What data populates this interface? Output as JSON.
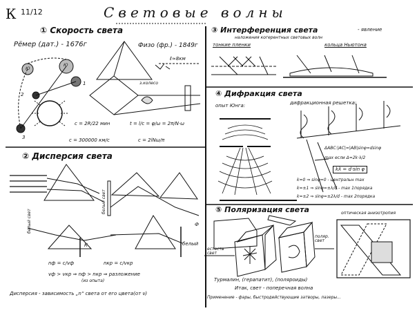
{
  "card": {
    "label": "К",
    "number": "11/12"
  },
  "title": "Световые волны",
  "sections": {
    "speed": {
      "heading": "① Скорость света",
      "roemer": "Рёмер (дат.) - 1676г",
      "fizeau": "Физо (фр.) - 1849г",
      "distance": "ℓ≈8км",
      "moons": [
        "Ю",
        "Ю"
      ],
      "numbers": [
        "1",
        "2",
        "3"
      ],
      "c_roemer": "c = 2R/22 мин",
      "c_value": "c = 300000 км/с",
      "fizeau_formula": "t = l/c = φ/ω = 2π/N·ω",
      "fizeau_c": "c = 2lNω/π",
      "gear_label": "з.колесо"
    },
    "dispersion": {
      "heading": "② Дисперсия света",
      "white_light": "белый свет",
      "bar_label": "белый свет",
      "white_right": "белый",
      "k": "К",
      "f": "Ф",
      "formula1": "nф = c/vф",
      "formula2": "nкр = c/vкр",
      "ineq": "vф > vкр ⇒ nф > nкр ⇒ разложение",
      "ineq_note": "(из опыта)",
      "definition": "Дисперсия - зависимость „n“ света от его цвета(от ν)"
    },
    "interference": {
      "heading": "③ Интерференция света",
      "desc1": "- явление",
      "desc2": "наложения когерентных световых волн",
      "thin_films": "тонкие пленки",
      "newton_rings": "кольца Ньютона"
    },
    "diffraction": {
      "heading": "④ Дифракция света",
      "young": "опыт Юнга:",
      "grating": "дифракционная решетка:",
      "triangle": "ΔАВС:|АС|=|АВ|sinφ=dsinφ",
      "max_cond": "max если Δ=2k·λ/2",
      "formula_box": "kλ = d·sin φ",
      "k0": "k=0 ⇒ sinφ=0 - центральн max",
      "k1": "k=±1 ⇒ sinφ=±λ/d - max 1порядка",
      "k2": "k=±2 ⇒ sinφ=±2λ/d - max 2порядка"
    },
    "polarization": {
      "heading": "⑤ Поляризация света",
      "natural_light": "естеств свет",
      "polarized_light": "поляр. свет",
      "tourmaline": "Турмалин, (герапатит), (поляроиды)",
      "conclusion": "Итак, свет - поперечная волна",
      "application": "Применение - фары, быстродействующие затворы, лазеры...",
      "anisotropy": "оптическая анизотропия"
    }
  }
}
